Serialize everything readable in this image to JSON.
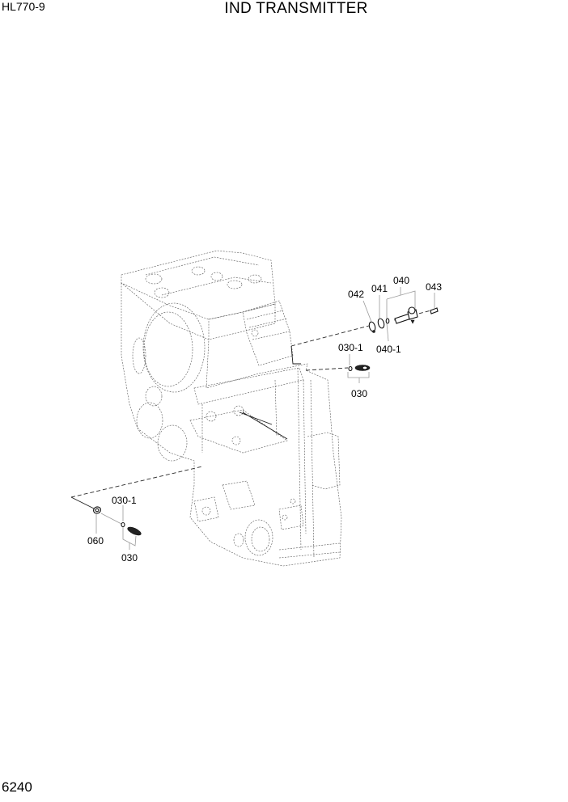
{
  "header": {
    "model": "HL770-9",
    "title": "IND TRANSMITTER"
  },
  "footer": {
    "page_number": "6240"
  },
  "callouts": [
    {
      "id": "042",
      "label": "042"
    },
    {
      "id": "041",
      "label": "041"
    },
    {
      "id": "040",
      "label": "040"
    },
    {
      "id": "043",
      "label": "043"
    },
    {
      "id": "040-1",
      "label": "040-1"
    },
    {
      "id": "030-1-upper",
      "label": "030-1"
    },
    {
      "id": "030-upper",
      "label": "030"
    },
    {
      "id": "060",
      "label": "060"
    },
    {
      "id": "030-1-lower",
      "label": "030-1"
    },
    {
      "id": "030-lower",
      "label": "030"
    }
  ],
  "colors": {
    "line": "#1a1a1a",
    "leader": "#9a9a9a",
    "background": "#ffffff"
  }
}
